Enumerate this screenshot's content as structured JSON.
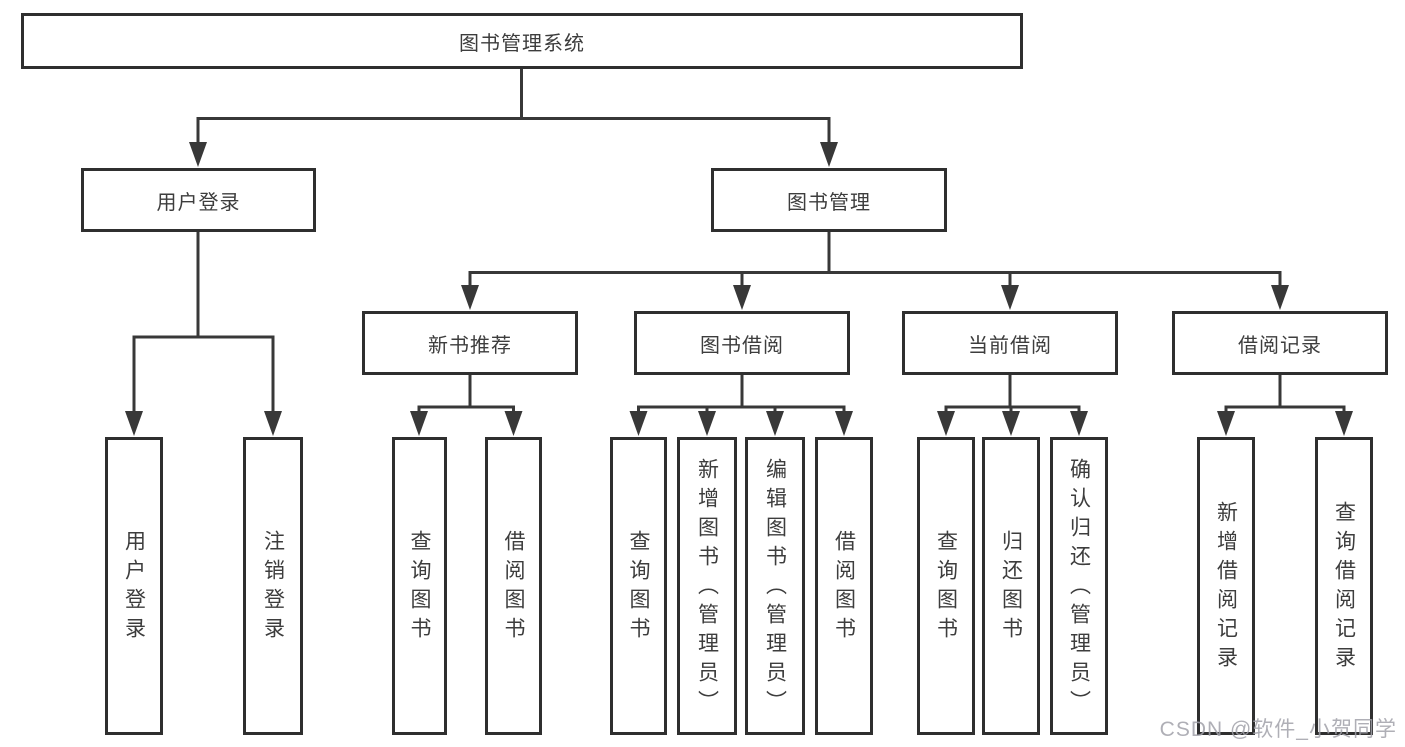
{
  "tree": {
    "root": "图书管理系统",
    "user_login": {
      "label": "用户登录",
      "children": {
        "login": "用户登录",
        "logout": "注销登录"
      }
    },
    "book_mgmt": {
      "label": "图书管理",
      "new_book_rec": {
        "label": "新书推荐",
        "children": {
          "query": "查询图书",
          "borrow": "借阅图书"
        }
      },
      "book_borrow": {
        "label": "图书借阅",
        "children": {
          "query": "查询图书",
          "add": "新增图书（管理员）",
          "edit": "编辑图书（管理员）",
          "borrow": "借阅图书"
        }
      },
      "current_borrow": {
        "label": "当前借阅",
        "children": {
          "query": "查询图书",
          "return": "归还图书",
          "confirm": "确认归还（管理员）"
        }
      },
      "borrow_records": {
        "label": "借阅记录",
        "children": {
          "add": "新增借阅记录",
          "query": "查询借阅记录"
        }
      }
    }
  },
  "watermark": {
    "text": "CSDN @软件_小贺同学"
  },
  "colors": {
    "line": "#383838",
    "box_border": "#2f2f2f",
    "text": "#3d3d3d",
    "watermark": "#a2a2aa",
    "background": "#ffffff"
  }
}
